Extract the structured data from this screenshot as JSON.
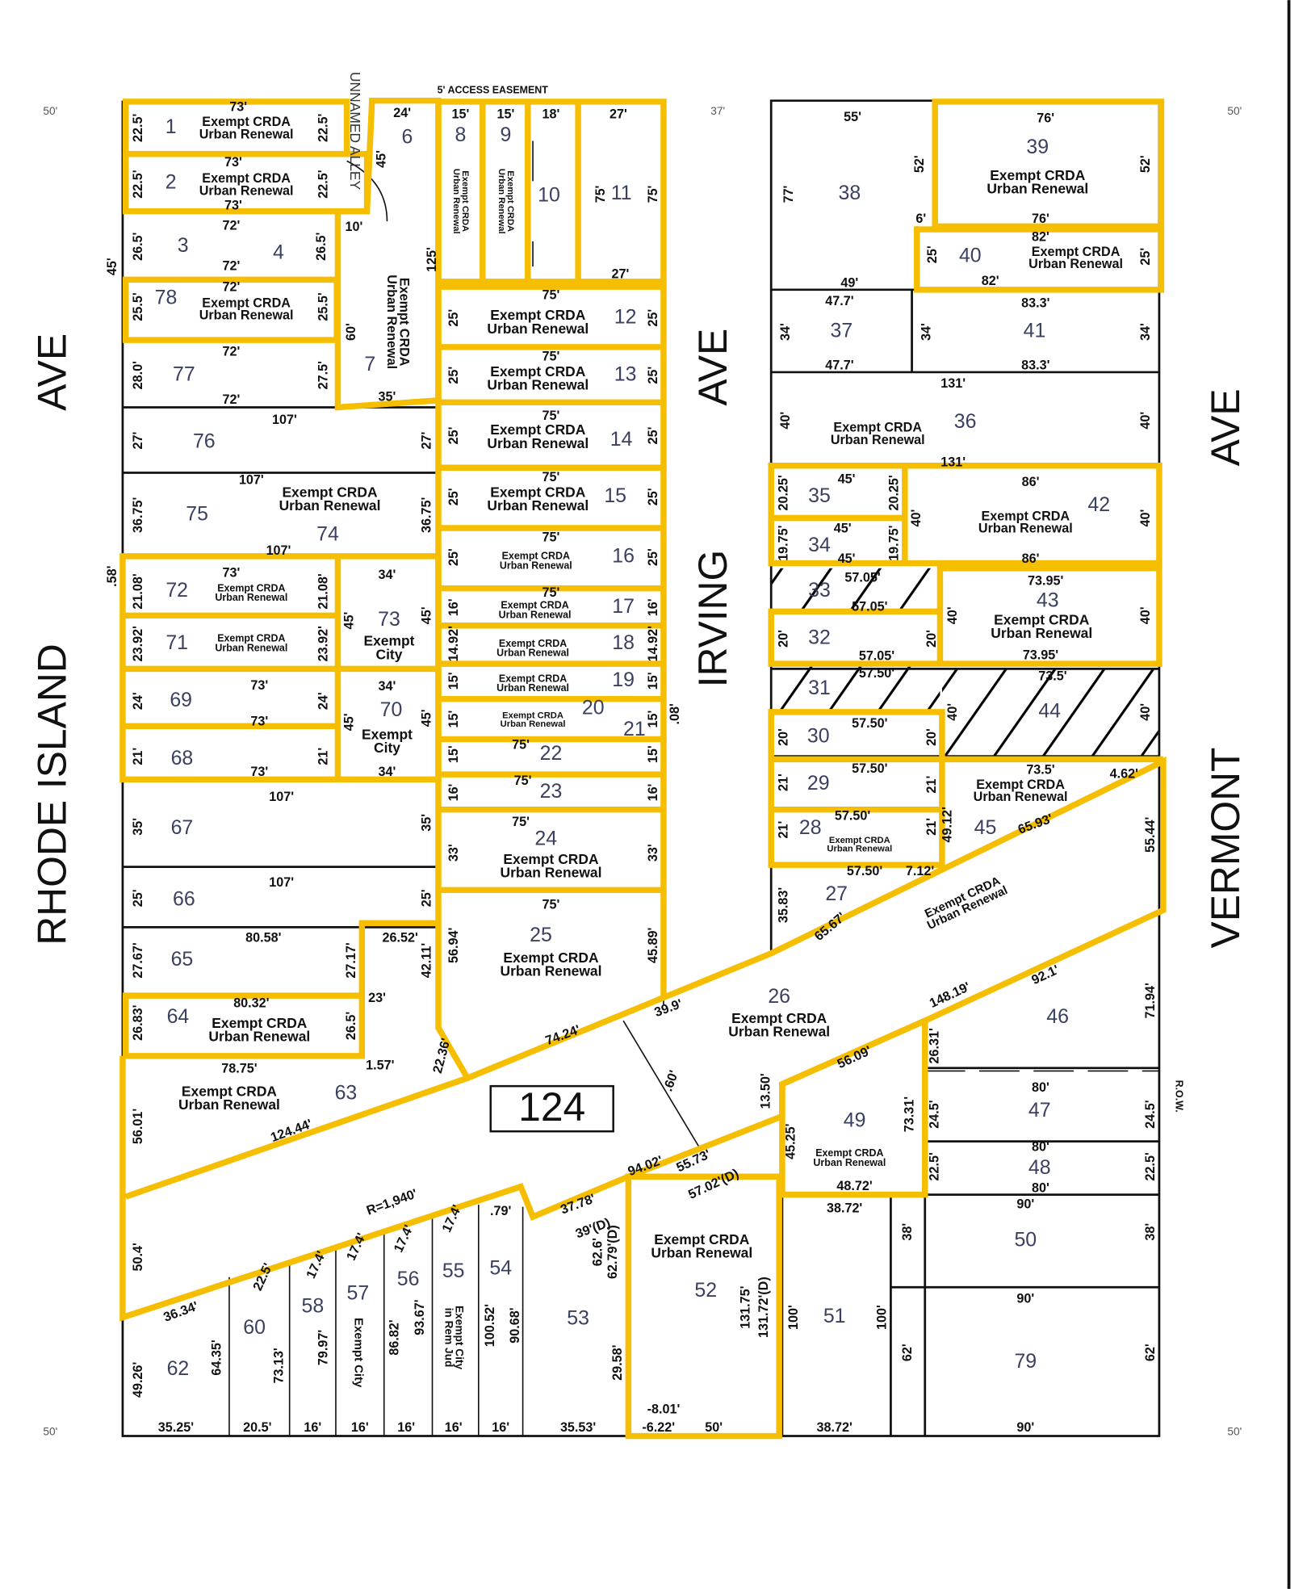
{
  "streets": {
    "rhode_island": "RHODE ISLAND",
    "ave_left": "AVE",
    "irving": "IRVING",
    "ave_mid": "AVE",
    "vermont": "VERMONT",
    "ave_right": "AVE",
    "alley": "UNNAMED ALLEY",
    "easement": "5' ACCESS EASEMENT",
    "row": "R.O.W."
  },
  "street_widths": [
    "50'",
    "37'",
    "50'",
    "50'",
    "50'"
  ],
  "block_number": "124",
  "colors": {
    "highlight": "#F6BE00",
    "line": "#111111",
    "parcel_number": "#3a4060"
  },
  "parcels": [
    {
      "id": "1",
      "note": [
        "Exempt CRDA",
        "Urban Renewal"
      ]
    },
    {
      "id": "2",
      "note": [
        "Exempt CRDA",
        "Urban Renewal"
      ]
    },
    {
      "id": "3"
    },
    {
      "id": "4"
    },
    {
      "id": "78",
      "note": [
        "Exempt CRDA",
        "Urban Renewal"
      ]
    },
    {
      "id": "77"
    },
    {
      "id": "76"
    },
    {
      "id": "75",
      "note": [
        "Exempt CRDA",
        "Urban Renewal"
      ]
    },
    {
      "id": "74"
    },
    {
      "id": "72",
      "note": [
        "Exempt CRDA",
        "Urban Renewal"
      ]
    },
    {
      "id": "71",
      "note": [
        "Exempt CRDA",
        "Urban Renewal"
      ]
    },
    {
      "id": "73",
      "note": [
        "Exempt",
        "City"
      ]
    },
    {
      "id": "69"
    },
    {
      "id": "70",
      "note": [
        "Exempt",
        "City"
      ]
    },
    {
      "id": "68"
    },
    {
      "id": "67"
    },
    {
      "id": "66"
    },
    {
      "id": "65"
    },
    {
      "id": "64",
      "note": [
        "Exempt CRDA",
        "Urban Renewal"
      ]
    },
    {
      "id": "63",
      "note": [
        "Exempt CRDA",
        "Urban Renewal"
      ]
    },
    {
      "id": "62"
    },
    {
      "id": "60"
    },
    {
      "id": "58"
    },
    {
      "id": "57",
      "note": [
        "Exempt City"
      ]
    },
    {
      "id": "56"
    },
    {
      "id": "55",
      "note": [
        "Exempt City",
        "in Rem Jud"
      ]
    },
    {
      "id": "54"
    },
    {
      "id": "53"
    },
    {
      "id": "52",
      "note": [
        "Exempt CRDA",
        "Urban Renewal"
      ]
    },
    {
      "id": "51"
    },
    {
      "id": "50"
    },
    {
      "id": "79"
    },
    {
      "id": "48"
    },
    {
      "id": "47"
    },
    {
      "id": "46"
    },
    {
      "id": "49",
      "note": [
        "Exempt CRDA",
        "Urban Renewal"
      ]
    },
    {
      "id": "45",
      "note": [
        "Exempt CRDA",
        "Urban Renewal"
      ]
    },
    {
      "id": "26",
      "note": [
        "Exempt CRDA",
        "Urban Renewal"
      ]
    },
    {
      "id": "27",
      "note": [
        "Exempt CRDA",
        "Urban Renewal"
      ]
    },
    {
      "id": "28",
      "note": [
        "Exempt CRDA",
        "Urban Renewal"
      ]
    },
    {
      "id": "29"
    },
    {
      "id": "30"
    },
    {
      "id": "31"
    },
    {
      "id": "32"
    },
    {
      "id": "33"
    },
    {
      "id": "43",
      "note": [
        "Exempt CRDA",
        "Urban Renewal"
      ]
    },
    {
      "id": "44"
    },
    {
      "id": "42",
      "note": [
        "Exempt CRDA",
        "Urban Renewal"
      ]
    },
    {
      "id": "34"
    },
    {
      "id": "35"
    },
    {
      "id": "36",
      "note": [
        "Exempt CRDA",
        "Urban Renewal"
      ]
    },
    {
      "id": "37"
    },
    {
      "id": "41"
    },
    {
      "id": "38"
    },
    {
      "id": "39",
      "note": [
        "Exempt CRDA",
        "Urban Renewal"
      ]
    },
    {
      "id": "40",
      "note": [
        "Exempt CRDA",
        "Urban Renewal"
      ]
    },
    {
      "id": "6"
    },
    {
      "id": "7",
      "note": [
        "Exempt CRDA",
        "Urban Renewal"
      ]
    },
    {
      "id": "8",
      "note": [
        "Exempt CRDA",
        "Urban Renewal"
      ]
    },
    {
      "id": "9",
      "note": [
        "Exempt CRDA",
        "Urban Renewal"
      ]
    },
    {
      "id": "10"
    },
    {
      "id": "11"
    },
    {
      "id": "12",
      "note": [
        "Exempt CRDA",
        "Urban Renewal"
      ]
    },
    {
      "id": "13",
      "note": [
        "Exempt CRDA",
        "Urban Renewal"
      ]
    },
    {
      "id": "14",
      "note": [
        "Exempt CRDA",
        "Urban Renewal"
      ]
    },
    {
      "id": "15",
      "note": [
        "Exempt CRDA",
        "Urban Renewal"
      ]
    },
    {
      "id": "16",
      "note": [
        "Exempt CRDA",
        "Urban Renewal"
      ]
    },
    {
      "id": "17",
      "note": [
        "Exempt CRDA",
        "Urban Renewal"
      ]
    },
    {
      "id": "18",
      "note": [
        "Exempt CRDA",
        "Urban Renewal"
      ]
    },
    {
      "id": "19",
      "note": [
        "Exempt CRDA",
        "Urban Renewal"
      ]
    },
    {
      "id": "20"
    },
    {
      "id": "21",
      "note": [
        "Exempt CRDA",
        "Urban Renewal"
      ]
    },
    {
      "id": "22"
    },
    {
      "id": "23"
    },
    {
      "id": "24",
      "note": [
        "Exempt CRDA",
        "Urban Renewal"
      ]
    },
    {
      "id": "25",
      "note": [
        "Exempt CRDA",
        "Urban Renewal"
      ]
    }
  ],
  "dimensions": [
    "73'",
    "22.5'",
    "22.5'",
    "73'",
    "22.5'",
    "22.5'",
    "73'",
    "72'",
    "26.5'",
    "26.5'",
    "72'",
    "72'",
    "25.5'",
    "25.5'",
    "72'",
    "28.0'",
    "27.5'",
    "72'",
    "107'",
    "27'",
    "27'",
    "107'",
    "36.75'",
    "36.75'",
    "107'",
    "73'",
    "21.08'",
    "21.08'",
    "23.92'",
    "23.92'",
    "34'",
    "45'",
    "45'",
    "24'",
    "24'",
    "73'",
    "73'",
    "34'",
    "45'",
    "45'",
    "21'",
    "21'",
    "73'",
    "34'",
    "107'",
    "35'",
    "35'",
    "107'",
    "25'",
    "25'",
    "80.58'",
    "26.52'",
    "27.67'",
    "27.17'",
    "42.11'",
    "23'",
    "80.32'",
    "26.83'",
    "26.5'",
    "78.75'",
    "1.57'",
    "22.36'",
    "56.01'",
    "124.44'",
    "50.4'",
    "36.34'",
    "49.26'",
    "64.35'",
    "73.13'",
    "79.97'",
    "86.82'",
    "93.67'",
    "100.52'",
    "90.68'",
    "R=1,940'",
    "35.25'",
    "20.5'",
    "16'",
    "16'",
    "16'",
    "16'",
    "16'",
    "35.53'",
    "37.78'",
    "39'(D)",
    "62.6'",
    "62.79'(D)",
    "29.58'",
    "-8.01'",
    "-6.22'",
    "50'",
    "94.02'",
    "55.73'",
    "57.02'(D)",
    "131.75'",
    "131.72'(D)",
    ".60'",
    "74.24'",
    "39.9'",
    "13.50'",
    "45.25'",
    "48.72'",
    "56.09'",
    "73.31'",
    "26.31'",
    "148.19'",
    "38.72'",
    "100'",
    "100'",
    "38.72'",
    "90'",
    "62'",
    "62'",
    "90'",
    "38'",
    "38'",
    "90'",
    "22.5'",
    "22.5'",
    "80'",
    "80'",
    "24.5'",
    "24.5'",
    "80'",
    "92.1'",
    "71.94'",
    "55.44'",
    "4.62'",
    "73.5'",
    "49.12'",
    "65.93'",
    "57.50'",
    "57.50'",
    "7.12'",
    "65.67'",
    "35.83'",
    "21'",
    "21'",
    "57.50'",
    "21'",
    "21'",
    "57.50'",
    "20'",
    "20'",
    "40'",
    "40'",
    "73.5'",
    "57.50'",
    "57.05'",
    "20'",
    "20'",
    "73.95'",
    "40'",
    "40'",
    "73.95'",
    "57.05'",
    "57.05'",
    "45'",
    "19.75'",
    "19.75'",
    "45'",
    "20.25'",
    "20.25'",
    "45'",
    "86'",
    "40'",
    "40'",
    "86'",
    "131'",
    "40'",
    "40'",
    "131'",
    "47.7'",
    "47.7'",
    "34'",
    "34'",
    "34'",
    "83.3'",
    "83.3'",
    "49'",
    "82'",
    "82'",
    "25'",
    "25'",
    "76'",
    "6'",
    "77'",
    "52'",
    "52'",
    "55'",
    "76'",
    "24'",
    "45'",
    "15'",
    "15'",
    "18'",
    "27'",
    "75'",
    "75'",
    "27'",
    "10'",
    "125'",
    "60'",
    "35'",
    "75'",
    "25'",
    "25'",
    "75'",
    "25'",
    "25'",
    "75'",
    "25'",
    "25'",
    "75'",
    "25'",
    "25'",
    "75'",
    "25'",
    "25'",
    "75'",
    "16'",
    "16'",
    "14.92'",
    "14.92'",
    "15'",
    "15'",
    "15'",
    "15'",
    "15'",
    "15'",
    "75'",
    "75'",
    "16'",
    "16'",
    "75'",
    "33'",
    "33'",
    "75'",
    "56.94'",
    "45.89'",
    ".08'",
    ".58'",
    "45'",
    "17.4'",
    "17.4'",
    "17.4'",
    "17.4'",
    "22.5'",
    ".79'"
  ]
}
